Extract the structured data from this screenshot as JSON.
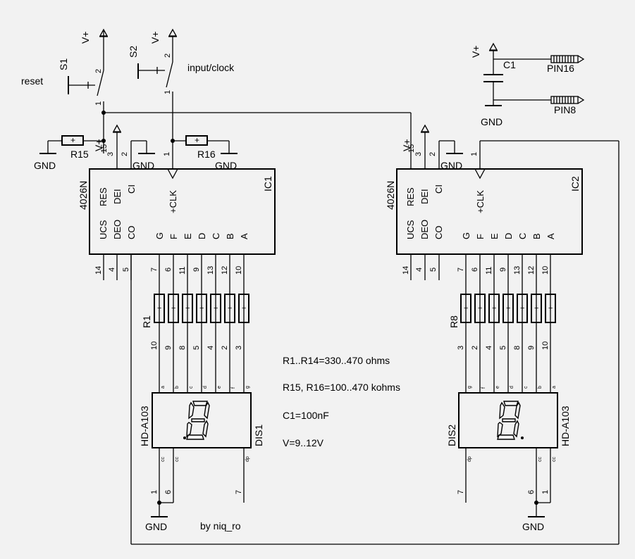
{
  "supply": "V+",
  "ground": "GND",
  "switches": {
    "s1": "S1",
    "s2": "S2",
    "reset": "reset",
    "clock": "input/clock",
    "pin1": "1",
    "pin2": "2"
  },
  "resistors": {
    "r15": "R15",
    "r16": "R16",
    "r1": "R1",
    "r8": "R8",
    "plus": "+"
  },
  "cap": {
    "name": "C1",
    "pin16": "PIN16",
    "pin8": "PIN8"
  },
  "ic1": {
    "name": "IC1",
    "part": "4026N",
    "clk": "+CLK",
    "top_pins": [
      {
        "num": "15",
        "label": "RES"
      },
      {
        "num": "3",
        "label": "DEI"
      },
      {
        "num": "2",
        "label": "CI"
      },
      {
        "num": "1",
        "label": ""
      }
    ],
    "bottom_pins": [
      {
        "num": "14",
        "label": "UCS"
      },
      {
        "num": "4",
        "label": "DEO"
      },
      {
        "num": "5",
        "label": "CO"
      },
      {
        "num": "7",
        "label": "G"
      },
      {
        "num": "6",
        "label": "F"
      },
      {
        "num": "11",
        "label": "E"
      },
      {
        "num": "9",
        "label": "D"
      },
      {
        "num": "13",
        "label": "C"
      },
      {
        "num": "12",
        "label": "B"
      },
      {
        "num": "10",
        "label": "A"
      }
    ]
  },
  "ic2": {
    "name": "IC2",
    "part": "4026N",
    "clk": "+CLK",
    "top_pins": [
      {
        "num": "15",
        "label": "RES"
      },
      {
        "num": "3",
        "label": "DEI"
      },
      {
        "num": "2",
        "label": "CI"
      },
      {
        "num": "1",
        "label": ""
      }
    ],
    "bottom_pins": [
      {
        "num": "14",
        "label": "UCS"
      },
      {
        "num": "4",
        "label": "DEO"
      },
      {
        "num": "5",
        "label": "CO"
      },
      {
        "num": "7",
        "label": "G"
      },
      {
        "num": "6",
        "label": "F"
      },
      {
        "num": "11",
        "label": "E"
      },
      {
        "num": "9",
        "label": "D"
      },
      {
        "num": "13",
        "label": "C"
      },
      {
        "num": "12",
        "label": "B"
      },
      {
        "num": "10",
        "label": "A"
      }
    ]
  },
  "dis1": {
    "name": "DIS1",
    "part": "HD-A103",
    "top_pins": [
      {
        "num": "10",
        "label": "a"
      },
      {
        "num": "9",
        "label": "b"
      },
      {
        "num": "8",
        "label": "c"
      },
      {
        "num": "5",
        "label": "d"
      },
      {
        "num": "4",
        "label": "e"
      },
      {
        "num": "2",
        "label": "f"
      },
      {
        "num": "3",
        "label": "g"
      }
    ],
    "bottom_pins": [
      {
        "num": "1",
        "label": "cc"
      },
      {
        "num": "6",
        "label": "cc"
      },
      {
        "num": "7",
        "label": "dp"
      }
    ]
  },
  "dis2": {
    "name": "DIS2",
    "part": "HD-A103",
    "top_pins": [
      {
        "num": "3",
        "label": "g"
      },
      {
        "num": "2",
        "label": "f"
      },
      {
        "num": "4",
        "label": "e"
      },
      {
        "num": "5",
        "label": "d"
      },
      {
        "num": "8",
        "label": "c"
      },
      {
        "num": "9",
        "label": "b"
      },
      {
        "num": "10",
        "label": "a"
      }
    ],
    "bottom_pins": [
      {
        "num": "7",
        "label": "dp"
      },
      {
        "num": "6",
        "label": "cc"
      },
      {
        "num": "1",
        "label": "cc"
      }
    ]
  },
  "notes": [
    "R1..R14=330..470 ohms",
    "R15, R16=100..470 kohms",
    "C1=100nF",
    "V=9..12V"
  ],
  "credit": "by niq_ro"
}
